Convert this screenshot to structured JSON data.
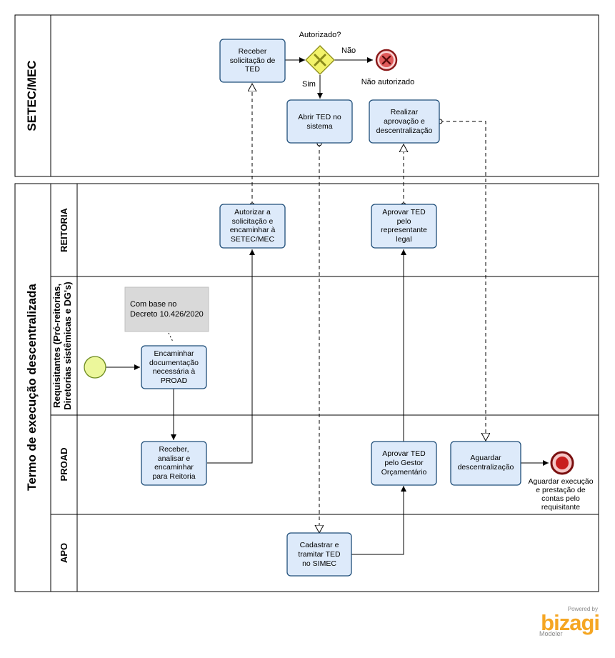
{
  "pools": {
    "setec": "SETEC/MEC",
    "termo": "Termo de execução descentralizada"
  },
  "lanes": {
    "reitoria": "REITORIA",
    "requisitantes_1": "Requisitantes (Pró-reitorias,",
    "requisitantes_2": "Diretorias sistêmicas e DG's)",
    "proad": "PROAD",
    "apo": "APO"
  },
  "tasks": {
    "receber": [
      "Receber",
      "solicitação de",
      "TED"
    ],
    "abrir": [
      "Abrir TED no",
      "sistema"
    ],
    "realizar": [
      "Realizar",
      "aprovação e",
      "descentralização"
    ],
    "autorizar": [
      "Autorizar a",
      "solicitação e",
      "encaminhar à",
      "SETEC/MEC"
    ],
    "aprovar_rep": [
      "Aprovar TED",
      "pelo",
      "representante",
      "legal"
    ],
    "encaminhar": [
      "Encaminhar",
      "documentação",
      "necessária à",
      "PROAD"
    ],
    "receber_proad": [
      "Receber,",
      "analisar e",
      "encaminhar",
      "para Reitoria"
    ],
    "aprovar_gestor": [
      "Aprovar TED",
      "pelo Gestor",
      "Orçamentário"
    ],
    "aguardar": [
      "Aguardar",
      "descentralização"
    ],
    "cadastrar": [
      "Cadastrar e",
      "tramitar TED",
      "no SIMEC"
    ]
  },
  "gateway": {
    "question": "Autorizado?",
    "no": "Não",
    "yes": "Sim"
  },
  "events": {
    "not_authorized": "Não autorizado",
    "end": [
      "Aguardar execução",
      "e prestação de",
      "contas pelo",
      "requisitante"
    ]
  },
  "annotation": [
    "Com base no",
    "Decreto 10.426/2020"
  ],
  "branding": {
    "powered": "Powered by",
    "name": "bizagi",
    "product": "Modeler"
  },
  "colors": {
    "task_fill": "#ddeafa",
    "task_stroke": "#1f4e79",
    "gateway_fill": "#f3f36b",
    "start_fill": "#ecf79b",
    "error_fill": "#e05a5a",
    "end_fill": "#c81e1e",
    "brand": "#f5a623"
  }
}
